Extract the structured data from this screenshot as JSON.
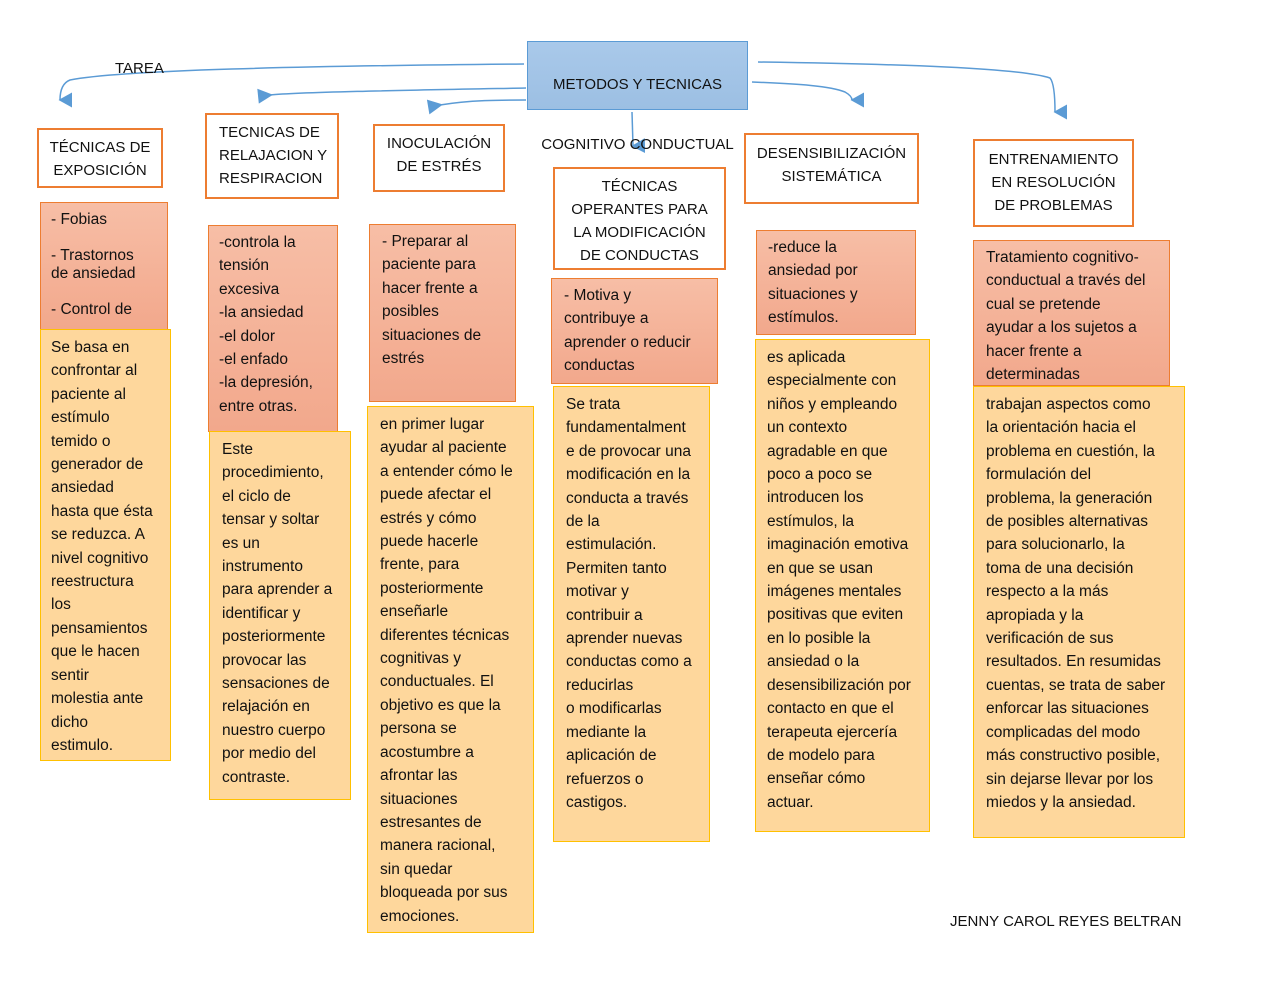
{
  "root": {
    "line1": "METODOS Y TECNICAS",
    "line2": "COGNITIVO CONDUCTUAL"
  },
  "tarea_label": "TAREA",
  "author": "JENNY CAROL REYES BELTRAN",
  "columns": [
    {
      "title": "TÉCNICAS DE\nEXPOSICIÓN",
      "summary": "- Fobias\n\n- Trastornos\nde ansiedad\n\n- Control de",
      "detail": "Se basa en\nconfrontar al\npaciente al\nestímulo\ntemido o\ngenerador de\nansiedad\nhasta que ésta\nse reduzca. A\nnivel cognitivo\nreestructura\nlos\npensamientos\nque le hacen\nsentir\nmolestia ante\ndicho\nestimulo."
    },
    {
      "title": "TECNICAS DE\nRELAJACION Y\nRESPIRACION",
      "summary": "-controla la\ntensión\nexcesiva\n-la ansiedad\n-el dolor\n-el enfado\n-la depresión,\nentre otras.",
      "detail": "Este\nprocedimiento,\nel ciclo de\ntensar y soltar\nes un\ninstrumento\npara aprender a\nidentificar y\nposteriormente\nprovocar las\nsensaciones de\nrelajación en\nnuestro cuerpo\npor medio del\ncontraste."
    },
    {
      "title": "INOCULACIÓN\nDE ESTRÉS",
      "summary": "- Preparar al\npaciente para\nhacer frente a\nposibles\nsituaciones de\nestrés",
      "detail": "en primer lugar\nayudar al paciente\na entender cómo le\npuede afectar el\nestrés y cómo\npuede hacerle\nfrente, para\nposteriormente\nenseñarle\ndiferentes técnicas\ncognitivas y\nconductuales. El\nobjetivo es que la\npersona se\nacostumbre a\nafrontar las\nsituaciones\nestresantes de\nmanera racional,\nsin quedar\nbloqueada por sus\nemociones."
    },
    {
      "title": "TÉCNICAS\nOPERANTES PARA\nLA MODIFICACIÓN\nDE CONDUCTAS",
      "summary": "- Motiva y\ncontribuye a\naprender o reducir\nconductas",
      "detail": "Se trata\nfundamentalment\ne de provocar una\nmodificación en la\nconducta a través\nde la\nestimulación.\nPermiten tanto\nmotivar y\ncontribuir a\naprender nuevas\nconductas como a\nreducirlas\no modificarlas\nmediante la\naplicación de\nrefuerzos o\ncastigos."
    },
    {
      "title": "DESENSIBILIZACIÓN\nSISTEMÁTICA",
      "summary": "-reduce la\nansiedad por\nsituaciones y\nestímulos.",
      "detail": "es aplicada\nespecialmente con\nniños y empleando\nun contexto\nagradable en que\npoco a poco se\nintroducen los\nestímulos, la\nimaginación emotiva\nen que se usan\nimágenes mentales\npositivas que eviten\nen lo posible la\nansiedad o la\ndesensibilización por\ncontacto en que el\nterapeuta ejercería\nde modelo para\nenseñar cómo\nactuar."
    },
    {
      "title": "ENTRENAMIENTO\nEN RESOLUCIÓN\nDE PROBLEMAS",
      "summary": "Tratamiento cognitivo-\nconductual a través del\ncual se pretende\nayudar a los sujetos a\nhacer frente a\ndeterminadas",
      "detail": "trabajan aspectos como\nla orientación hacia el\nproblema en cuestión, la\nformulación del\nproblema, la generación\nde posibles alternativas\npara solucionarlo, la\ntoma de una decisión\nrespecto a la más\napropiada y la\nverificación de sus\nresultados. En resumidas\ncuentas, se trata de saber\nenforcar las situaciones\ncomplicadas del modo\nmás constructivo posible,\nsin dejarse llevar por los\nmiedos y la ansiedad."
    }
  ]
}
